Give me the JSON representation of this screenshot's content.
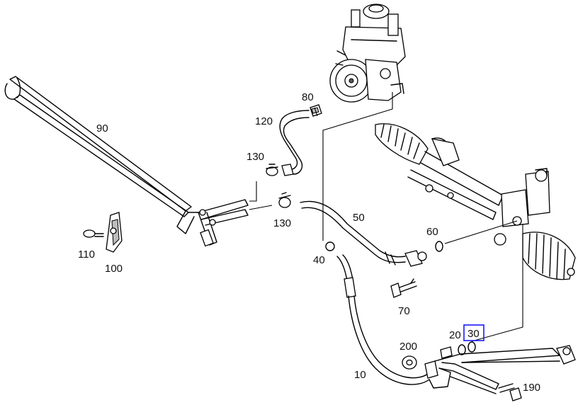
{
  "callouts": {
    "c10": "10",
    "c20": "20",
    "c30": "30",
    "c40": "40",
    "c50": "50",
    "c60": "60",
    "c70": "70",
    "c80": "80",
    "c90": "90",
    "c100": "100",
    "c110": "110",
    "c120": "120",
    "c130a": "130",
    "c130b": "130",
    "c190": "190",
    "c200": "200"
  },
  "highlighted_callout": "30",
  "colors": {
    "highlight": "#1a1aff",
    "line": "#000000",
    "shade": "#bdbdbd"
  }
}
